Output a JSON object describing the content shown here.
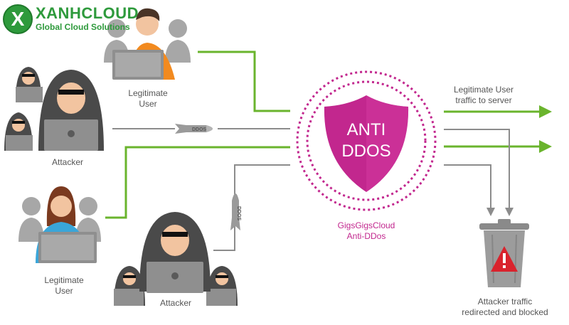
{
  "brand": {
    "logo_letter": "X",
    "name": "XANHCLOUD",
    "tagline": "Global Cloud Solutions"
  },
  "labels": {
    "legit_user_top": [
      "Legitimate",
      "User"
    ],
    "attacker_left": "Attacker",
    "legit_user_bottom": [
      "Legitimate",
      "User"
    ],
    "attacker_bottom": "Attacker",
    "shield_line1": "ANTI",
    "shield_line2": "DDOS",
    "service_name": [
      "GigsGigsCloud",
      "Anti-DDos"
    ],
    "legit_traffic": [
      "Legitimate User",
      "traffic to server"
    ],
    "blocked_traffic": [
      "Attacker traffic",
      "redirected and blocked"
    ],
    "missile_tag": "DDOS"
  },
  "colors": {
    "legit_flow": "#6ab42d",
    "attack_flow": "#8c8c8c",
    "shield": "#c2278e",
    "brand_green": "#2e9a3c",
    "hood": "#4a4a4a",
    "bin_alert": "#d9232d"
  },
  "icons": [
    "logo-x-icon",
    "legit-user-group-icon",
    "attacker-group-icon",
    "ddos-missile-icon",
    "anti-ddos-shield-icon",
    "trash-bin-icon",
    "warning-icon"
  ]
}
